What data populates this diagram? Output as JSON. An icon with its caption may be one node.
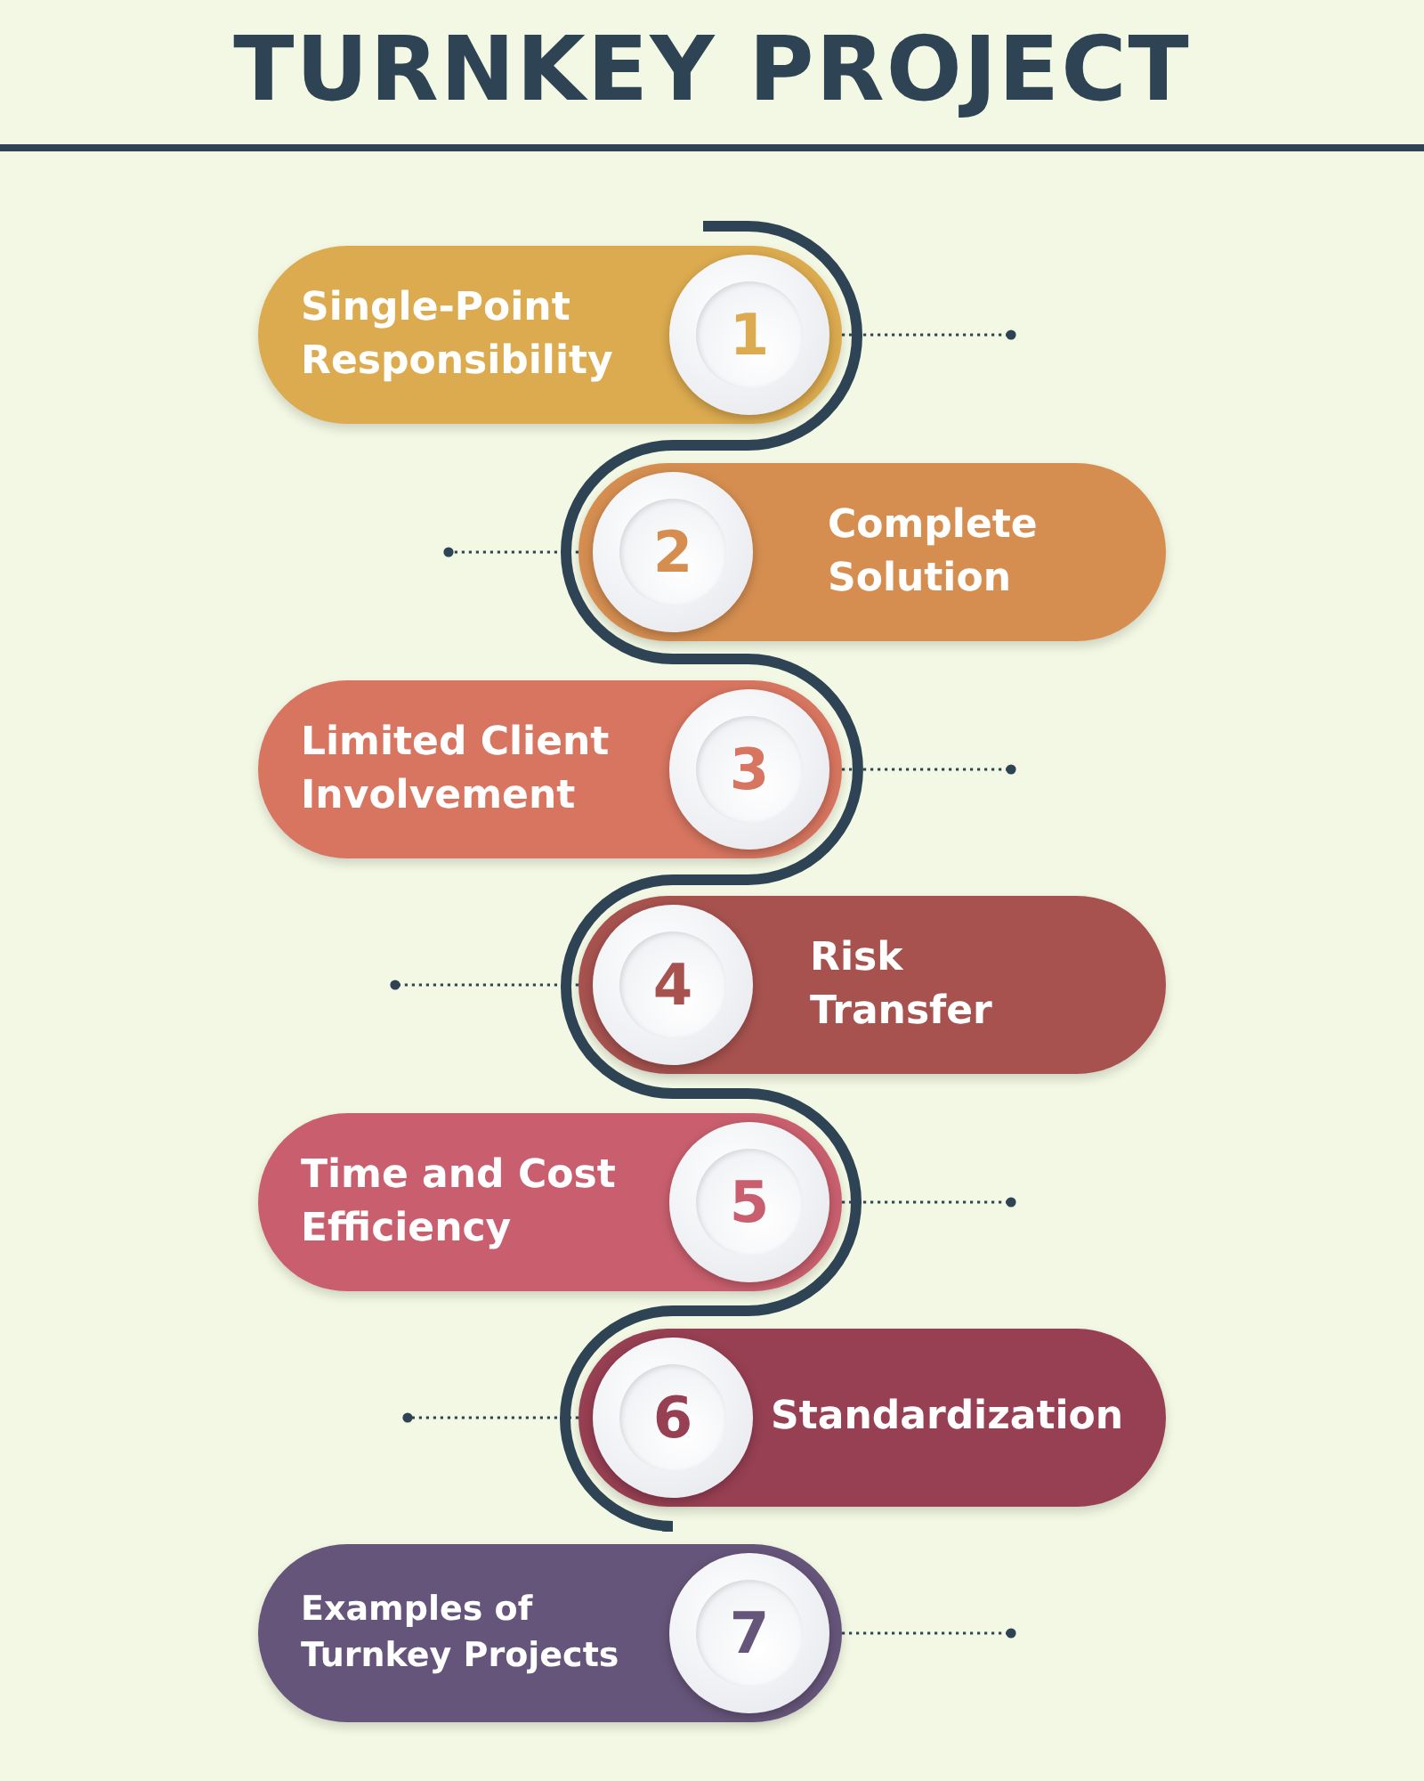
{
  "diagram": {
    "title": "TURNKEY PROJECT",
    "nodes": [
      {
        "text": [
          "Single-Point Responsibility",
          "1"
        ]
      },
      {
        "text": [
          "2",
          "Complete Solution"
        ]
      },
      {
        "text": [
          "Limited Client Involvement",
          "3"
        ]
      },
      {
        "text": [
          "4",
          "Risk Transfer"
        ]
      },
      {
        "text": [
          "Time and Cost Efficiency",
          "5"
        ]
      },
      {
        "text": [
          "6",
          "Standardization"
        ]
      },
      {
        "text": [
          "Examples of Turnkey Projects",
          "7"
        ]
      }
    ],
    "edges": [
      {
        "from": 0,
        "to": null,
        "arrow": "other"
      },
      {
        "from": 1,
        "to": null,
        "arrow": "other"
      },
      {
        "from": 2,
        "to": null,
        "arrow": "other"
      },
      {
        "from": 3,
        "to": null,
        "arrow": "other"
      },
      {
        "from": 4,
        "to": null,
        "arrow": "other"
      },
      {
        "from": 5,
        "to": null,
        "arrow": "other"
      },
      {
        "from": 6,
        "to": null,
        "arrow": "other"
      }
    ]
  }
}
